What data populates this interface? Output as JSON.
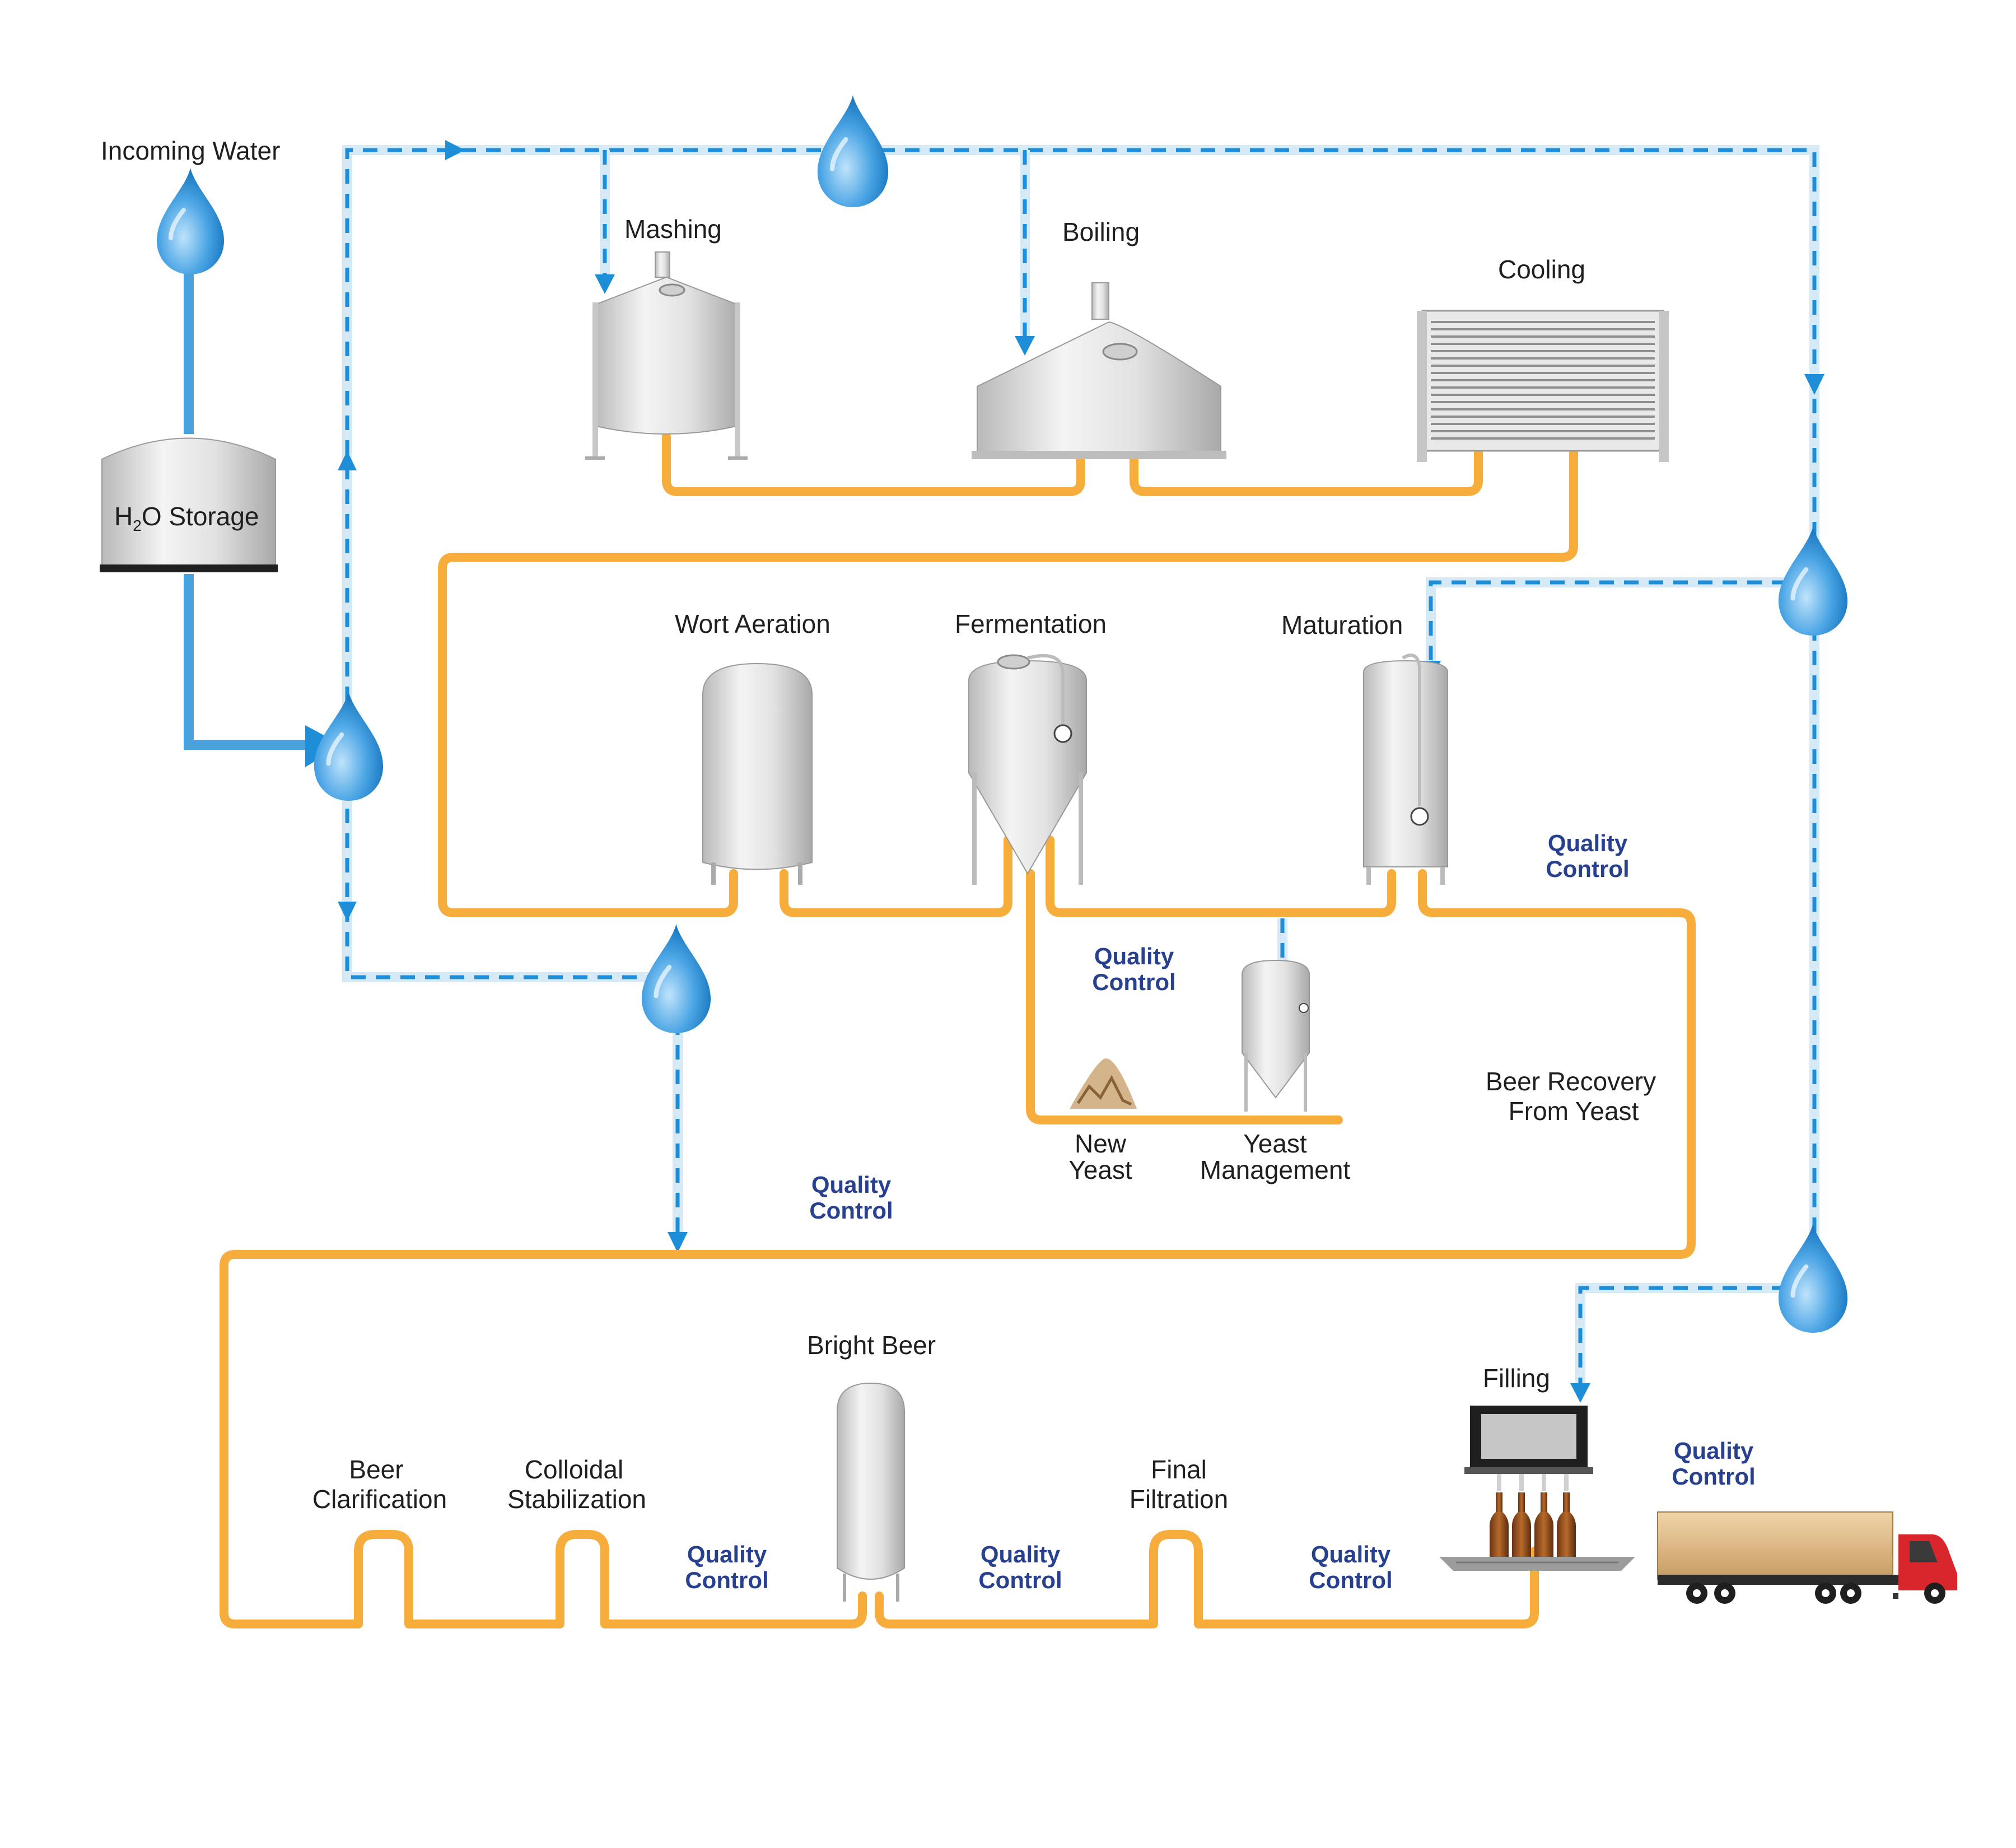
{
  "labels": {
    "incoming_water": "Incoming Water",
    "h2o_storage_main": "H",
    "h2o_storage_sub": "2",
    "h2o_storage_rest": "O Storage",
    "mashing": "Mashing",
    "boiling": "Boiling",
    "cooling": "Cooling",
    "wort_aeration": "Wort Aeration",
    "fermentation": "Fermentation",
    "maturation": "Maturation",
    "new_yeast_1": "New",
    "new_yeast_2": "Yeast",
    "yeast_mgmt_1": "Yeast",
    "yeast_mgmt_2": "Management",
    "beer_recovery_1": "Beer Recovery",
    "beer_recovery_2": "From Yeast",
    "bright_beer": "Bright Beer",
    "filling": "Filling",
    "beer_clarification_1": "Beer",
    "beer_clarification_2": "Clarification",
    "colloidal_1": "Colloidal",
    "colloidal_2": "Stabilization",
    "final_filtration_1": "Final",
    "final_filtration_2": "Filtration"
  },
  "quality_control": {
    "line1": "Quality",
    "line2": "Control"
  },
  "colors": {
    "beer_line": "#f6ad3c",
    "water_line": "#4aa2dc",
    "water_dash": "#1e8ed8",
    "qc_text": "#27408f",
    "truck_cab": "#d8262c"
  }
}
